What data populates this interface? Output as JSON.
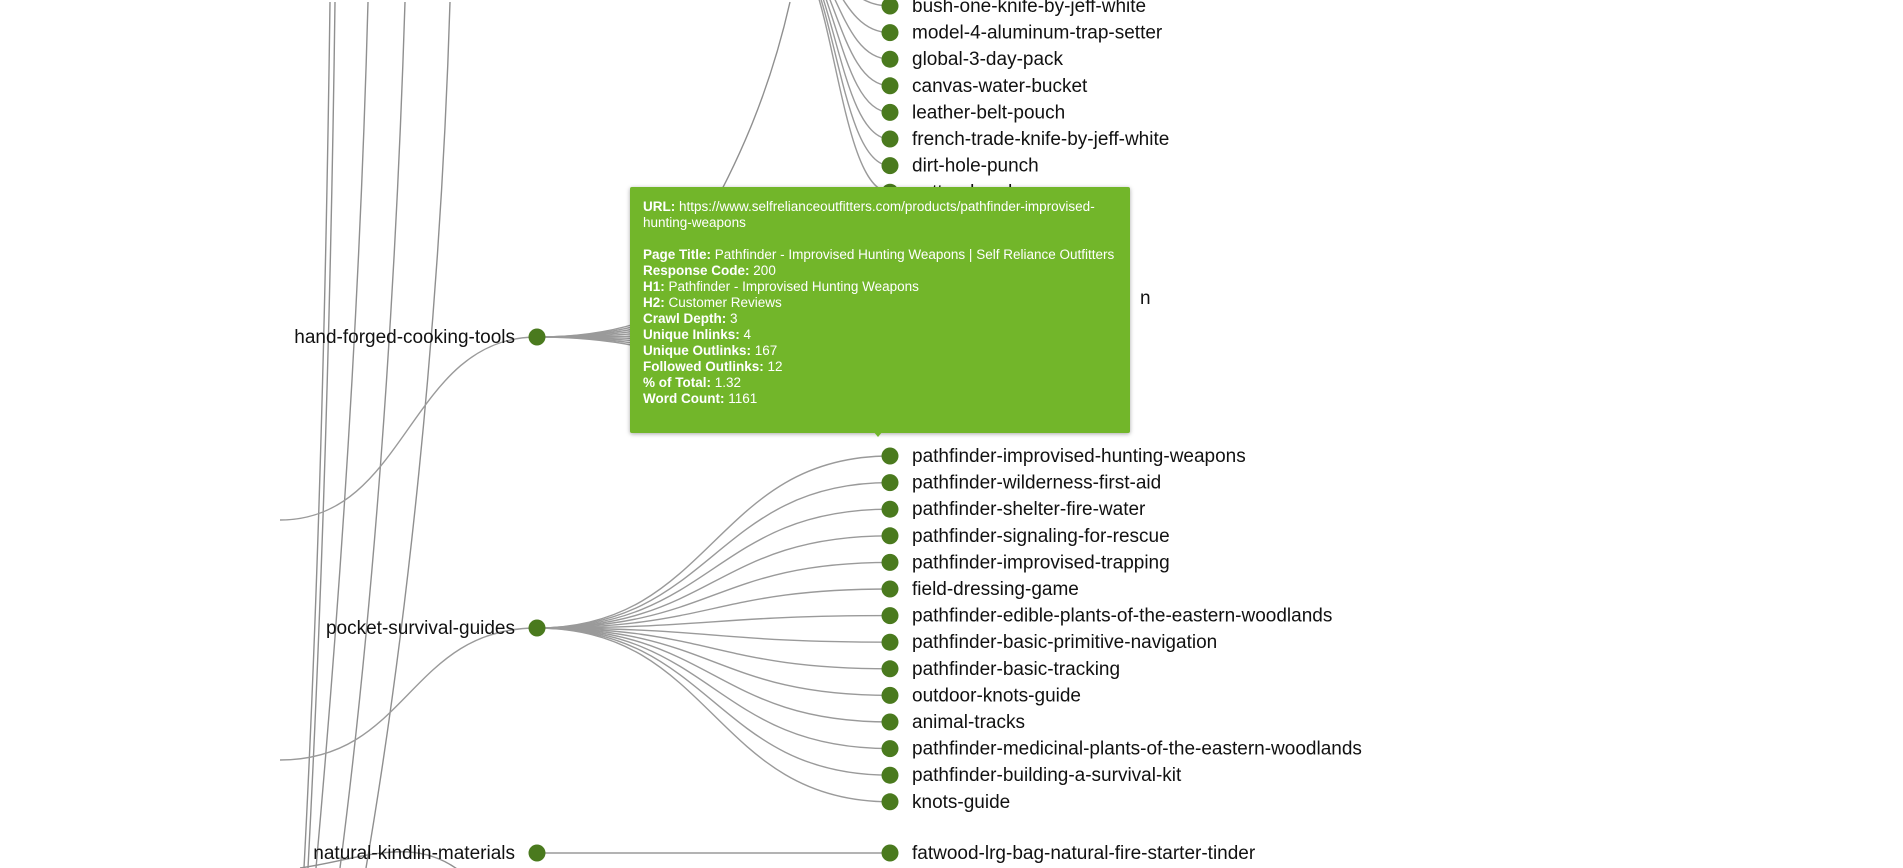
{
  "parents": [
    {
      "id": "hand",
      "label": "hand-forged-cooking-tools"
    },
    {
      "id": "pocket",
      "label": "pocket-survival-guides"
    },
    {
      "id": "natural",
      "label": "natural-kindlin-materials"
    }
  ],
  "children_top": [
    "bush-one-knife-by-jeff-white",
    "model-4-aluminum-trap-setter",
    "global-3-day-pack",
    "canvas-water-bucket",
    "leather-belt-pouch",
    "french-trade-knife-by-jeff-white",
    "dirt-hole-punch",
    "cotton-bandanas"
  ],
  "partial_label_fragment": "n",
  "children_pocket": [
    "pathfinder-improvised-hunting-weapons",
    "pathfinder-wilderness-first-aid",
    "pathfinder-shelter-fire-water",
    "pathfinder-signaling-for-rescue",
    "pathfinder-improvised-trapping",
    "field-dressing-game",
    "pathfinder-edible-plants-of-the-eastern-woodlands",
    "pathfinder-basic-primitive-navigation",
    "pathfinder-basic-tracking",
    "outdoor-knots-guide",
    "animal-tracks",
    "pathfinder-medicinal-plants-of-the-eastern-woodlands",
    "pathfinder-building-a-survival-kit",
    "knots-guide"
  ],
  "children_natural": [
    "fatwood-lrg-bag-natural-fire-starter-tinder"
  ],
  "colors": {
    "node": "#4a7a1e",
    "tooltip_bg": "#72b62a",
    "link": "#9a9a9a"
  },
  "tooltip": {
    "url_label": "URL:",
    "url_value": "https://www.selfrelianceoutfitters.com/products/pathfinder-improvised-hunting-weapons",
    "title_label": "Page Title:",
    "title_value": "Pathfinder - Improvised Hunting Weapons | Self Reliance Outfitters",
    "response_label": "Response Code:",
    "response_value": "200",
    "h1_label": "H1:",
    "h1_value": "Pathfinder - Improvised Hunting Weapons",
    "h2_label": "H2:",
    "h2_value": "Customer Reviews",
    "depth_label": "Crawl Depth:",
    "depth_value": "3",
    "inlinks_label": "Unique Inlinks:",
    "inlinks_value": "4",
    "outlinks_label": "Unique Outlinks:",
    "outlinks_value": "167",
    "followed_label": "Followed Outlinks:",
    "followed_value": "12",
    "total_label": "% of Total:",
    "total_value": "1.32",
    "words_label": "Word Count:",
    "words_value": "1161"
  }
}
